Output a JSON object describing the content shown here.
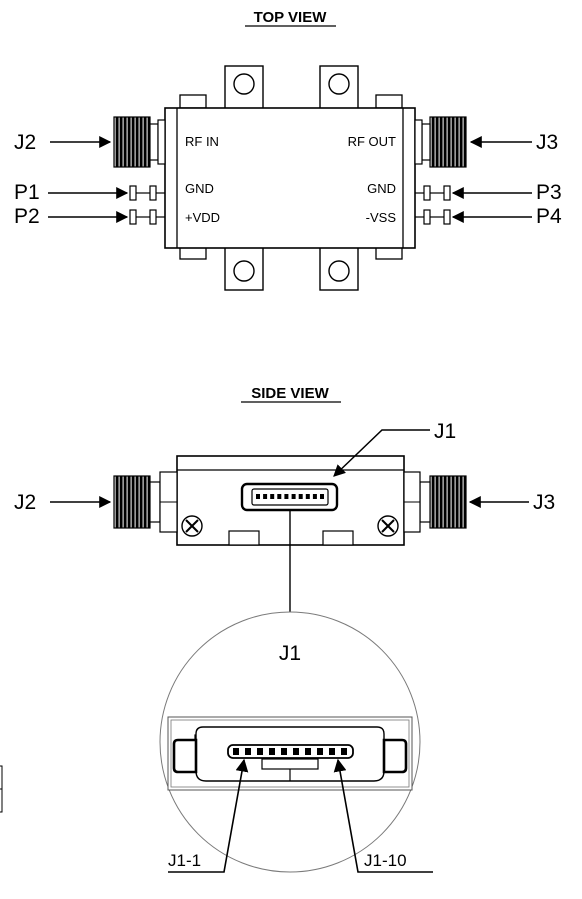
{
  "titles": {
    "top_view": "TOP VIEW",
    "side_view": "SIDE VIEW"
  },
  "top_view": {
    "connectors": {
      "j2": "J2",
      "j3": "J3",
      "p1": "P1",
      "p2": "P2",
      "p3": "P3",
      "p4": "P4"
    },
    "body_labels": {
      "rf_in": "RF IN",
      "rf_out": "RF OUT",
      "gnd_left": "GND",
      "gnd_right": "GND",
      "vdd": "+VDD",
      "vss": "-VSS"
    }
  },
  "side_view": {
    "connectors": {
      "j1": "J1",
      "j2": "J2",
      "j3": "J3"
    },
    "detail": {
      "title": "J1",
      "pin_first": "J1-1",
      "pin_last": "J1-10",
      "pin_count": 10
    }
  },
  "colors": {
    "ink": "#000000",
    "body_fill": "#ffffff",
    "knurl": "#1a1a1a",
    "detail_circle": "#7a7a7a"
  }
}
